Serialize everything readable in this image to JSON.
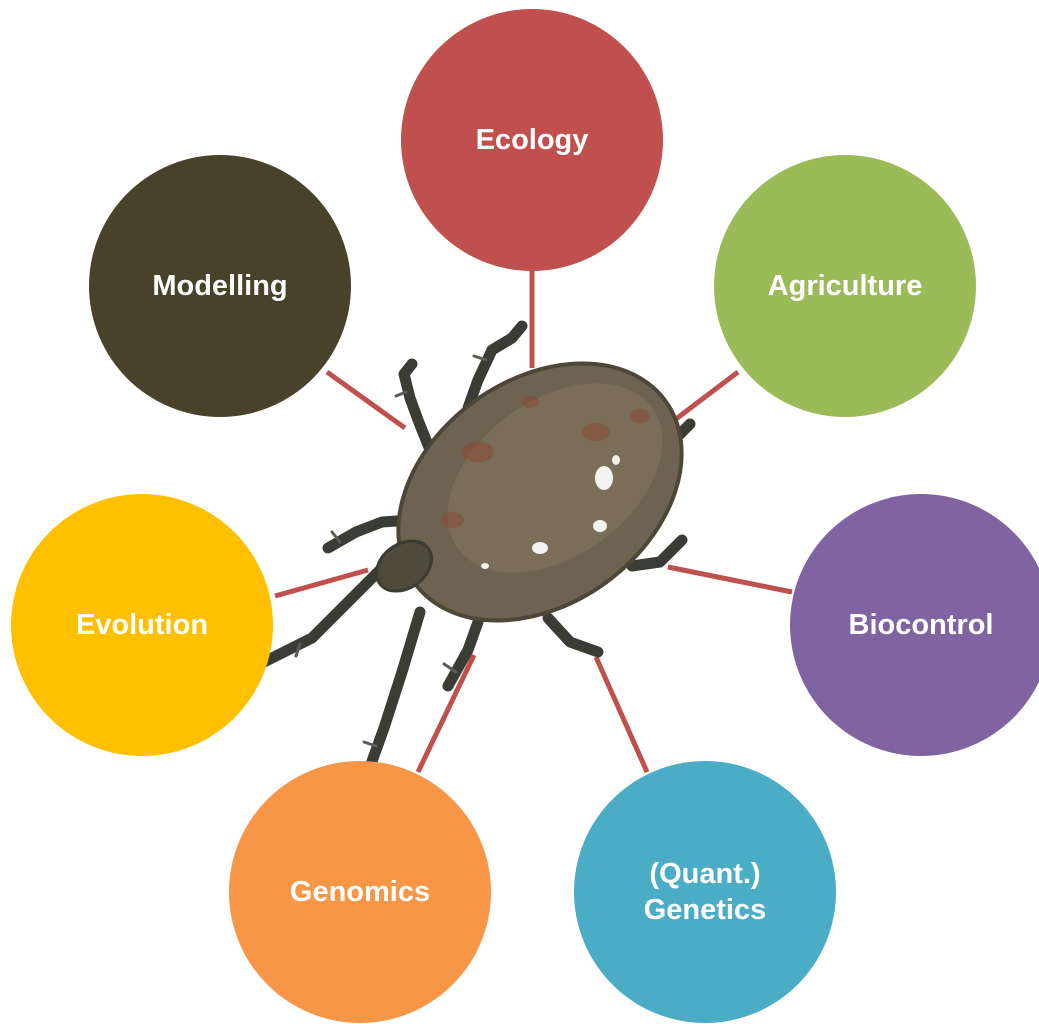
{
  "diagram": {
    "center_image": "mite-icon",
    "connector_color": "#C0504D",
    "nodes": [
      {
        "id": "ecology",
        "lines": [
          "Ecology"
        ],
        "color": "#C0504D"
      },
      {
        "id": "agriculture",
        "lines": [
          "Agriculture"
        ],
        "color": "#9BBB59"
      },
      {
        "id": "biocontrol",
        "lines": [
          "Biocontrol"
        ],
        "color": "#8064A2"
      },
      {
        "id": "genetics",
        "lines": [
          "(Quant.)",
          "Genetics"
        ],
        "color": "#4BACC6"
      },
      {
        "id": "genomics",
        "lines": [
          "Genomics"
        ],
        "color": "#F79646"
      },
      {
        "id": "evolution",
        "lines": [
          "Evolution"
        ],
        "color": "#FFC000"
      },
      {
        "id": "modelling",
        "lines": [
          "Modelling"
        ],
        "color": "#4A412A"
      }
    ]
  }
}
